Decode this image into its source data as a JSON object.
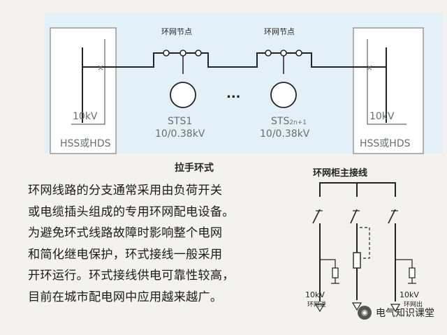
{
  "diagram": {
    "node_label_left": "环网节点",
    "node_label_right": "环网节点",
    "left_voltage": "10kV",
    "left_source": "HSS或HDS",
    "right_voltage": "10kV",
    "right_source": "HSS或HDS",
    "sts1_name": "STS1",
    "sts1_rating": "10/0.38kV",
    "sts2_name": "STS",
    "sts2_sub": "2n+1",
    "sts2_rating": "10/0.38kV",
    "ellipsis": "...",
    "caption": "拉手环式"
  },
  "main_wiring": {
    "title": "环网柜主接线",
    "label_voltage_left": "10kV",
    "label_in": "环网进",
    "label_voltage_right": "10kV",
    "label_out": "环网出"
  },
  "body": {
    "lines": [
      "环网线路的分支通常采用由负荷开关",
      "或电缆插头组成的专用环网配电设备。",
      "为避免环式线路故障时影响整个电网",
      "和简化继电保护，环式接线一般采用",
      "开环运行。环式接线供电可靠性较高，",
      "目前在城市配电网中应用越来越广。"
    ]
  },
  "watermark": {
    "text": "电气知识课堂",
    "icon": "wechat-icon"
  }
}
